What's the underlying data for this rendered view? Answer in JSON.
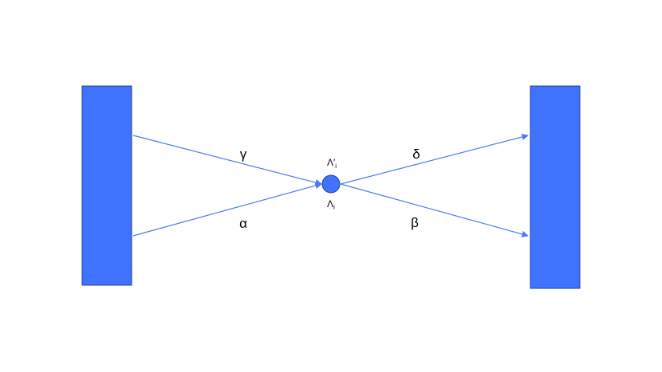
{
  "colors": {
    "block_fill": "#3f72ff",
    "block_stroke": "#1f3f9c",
    "arrow": "#4a7cf0",
    "vertex_fill": "#3f72ff",
    "vertex_stroke": "#1f3f9c",
    "background": "#ffffff"
  },
  "blocks": [
    {
      "name": "left-block"
    },
    {
      "name": "right-block"
    }
  ],
  "vertex": {
    "top_label": "Λ′",
    "top_subscript": "i",
    "bottom_label": "Λ",
    "bottom_subscript": "i"
  },
  "edges": [
    {
      "id": "gamma",
      "label": "γ",
      "arrow_at_end": true
    },
    {
      "id": "alpha",
      "label": "α",
      "arrow_at_end": true
    },
    {
      "id": "delta",
      "label": "δ",
      "arrow_at_end": true
    },
    {
      "id": "beta",
      "label": "β",
      "arrow_at_end": true
    }
  ]
}
